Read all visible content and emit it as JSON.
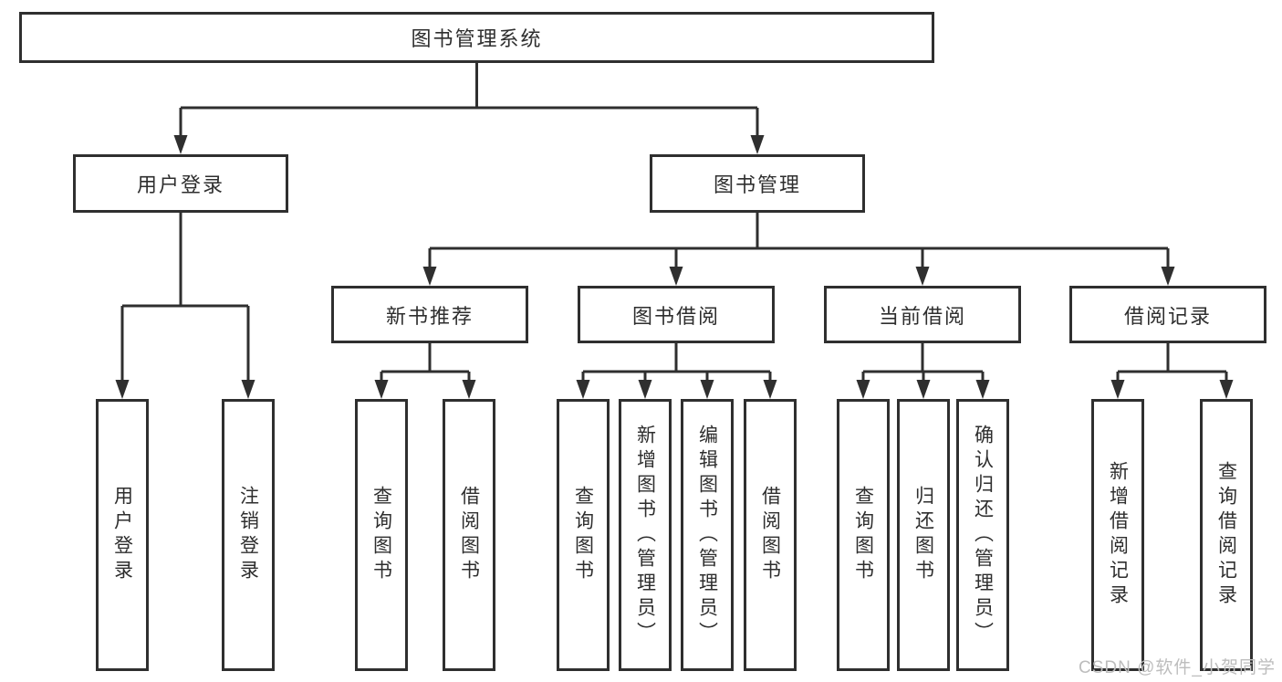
{
  "colors": {
    "line": "#2f2f2f",
    "text": "#2e2e2e",
    "box_bg": "#ffffff",
    "watermark": "#bdbdbd"
  },
  "tree": {
    "root": {
      "label": "图书管理系统"
    },
    "level2": [
      {
        "label": "用户登录"
      },
      {
        "label": "图书管理"
      }
    ],
    "level3": [
      {
        "label": "新书推荐"
      },
      {
        "label": "图书借阅"
      },
      {
        "label": "当前借阅"
      },
      {
        "label": "借阅记录"
      }
    ],
    "leaves": [
      {
        "label": "用户登录"
      },
      {
        "label": "注销登录"
      },
      {
        "label": "查询图书"
      },
      {
        "label": "借阅图书"
      },
      {
        "label": "查询图书"
      },
      {
        "label": "新增图书（管理员）"
      },
      {
        "label": "编辑图书（管理员）"
      },
      {
        "label": "借阅图书"
      },
      {
        "label": "查询图书"
      },
      {
        "label": "归还图书"
      },
      {
        "label": "确认归还（管理员）"
      },
      {
        "label": "新增借阅记录"
      },
      {
        "label": "查询借阅记录"
      }
    ]
  },
  "watermark": {
    "text": "CSDN @软件_小贺同学"
  }
}
